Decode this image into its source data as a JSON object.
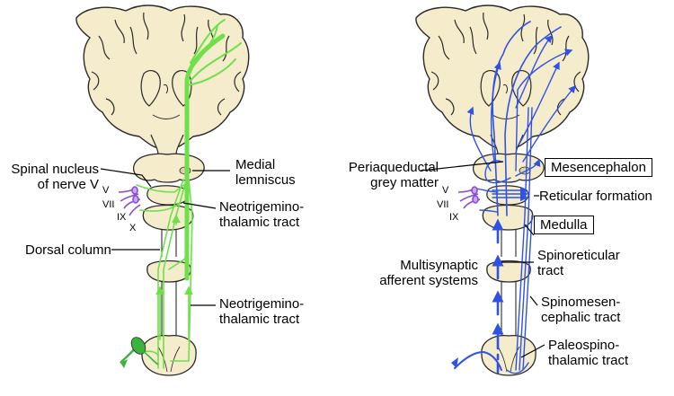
{
  "left_panel": {
    "labels": {
      "spinal_nucleus_line1": "Spinal nucleus",
      "spinal_nucleus_line2": "of nerve V",
      "medial_lemniscus_line1": "Medial",
      "medial_lemniscus_line2": "lemniscus",
      "neotrig_upper_line1": "Neotrigemino-",
      "neotrig_upper_line2": "thalamic tract",
      "dorsal_column": "Dorsal column",
      "neotrig_lower_line1": "Neotrigemino-",
      "neotrig_lower_line2": "thalamic tract"
    },
    "nerves": [
      "V",
      "VII",
      "IX",
      "X"
    ],
    "tract_color": "#6de04a"
  },
  "right_panel": {
    "labels": {
      "periaqueductal_line1": "Periaqueductal",
      "periaqueductal_line2": "grey matter",
      "mesencephalon": "Mesencephalon",
      "reticular_formation": "Reticular formation",
      "medulla": "Medulla",
      "spinoreticular_line1": "Spinoreticular",
      "spinoreticular_line2": "tract",
      "multisynaptic_line1": "Multisynaptic",
      "multisynaptic_line2": "afferent systems",
      "spinomesen_line1": "Spinomesen-",
      "spinomesen_line2": "cephalic tract",
      "paleospino_line1": "Paleospino-",
      "paleospino_line2": "thalamic tract"
    },
    "nerves": [
      "V",
      "VII",
      "IX"
    ],
    "tract_color": "#2f52e6"
  },
  "colors": {
    "tissue_fill": "#f5eccb",
    "tissue_outline": "#2a2a2a",
    "nerve_purple": "#8a4bd6",
    "ganglion_green": "#3cb33c"
  }
}
